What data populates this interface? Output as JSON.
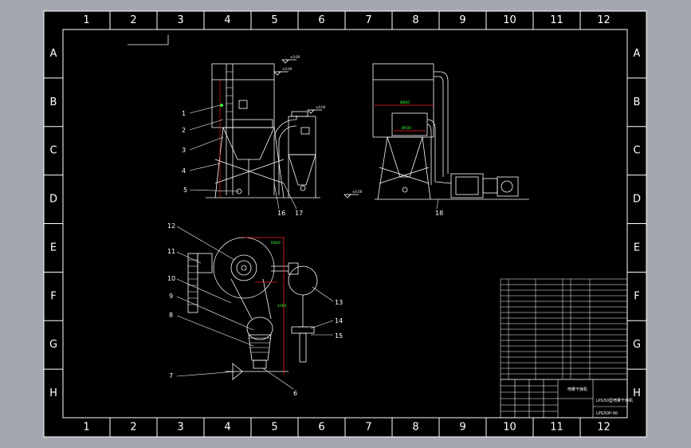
{
  "border": {
    "columns": [
      "1",
      "2",
      "3",
      "4",
      "5",
      "6",
      "7",
      "8",
      "9",
      "10",
      "11",
      "12"
    ],
    "rows": [
      "A",
      "B",
      "C",
      "D",
      "E",
      "F",
      "G",
      "H"
    ]
  },
  "balloons": {
    "front": [
      "1",
      "2",
      "3",
      "4",
      "5",
      "16",
      "17"
    ],
    "side": [
      "18"
    ],
    "plan": [
      "12",
      "11",
      "10",
      "9",
      "8",
      "7",
      "6",
      "13",
      "14",
      "15"
    ]
  },
  "elevations": [
    "±0.00",
    "±0.00",
    "±0.00",
    "±0.00"
  ],
  "dimensions": {
    "side_width_top": "Ø800",
    "side_width_mid": "Ø500",
    "plan_radius": "R800",
    "plan_height": "1000"
  },
  "title_block": {
    "title": "喷雾干燥机",
    "model": "LPG50型喷雾干燥机",
    "drawing_no": "LPG50P-00"
  },
  "colors": {
    "background": "#000000",
    "frame": "#a3a7b0",
    "lines": "#ffffff",
    "dimension": "#ff2222",
    "dim_text": "#33ff33"
  }
}
